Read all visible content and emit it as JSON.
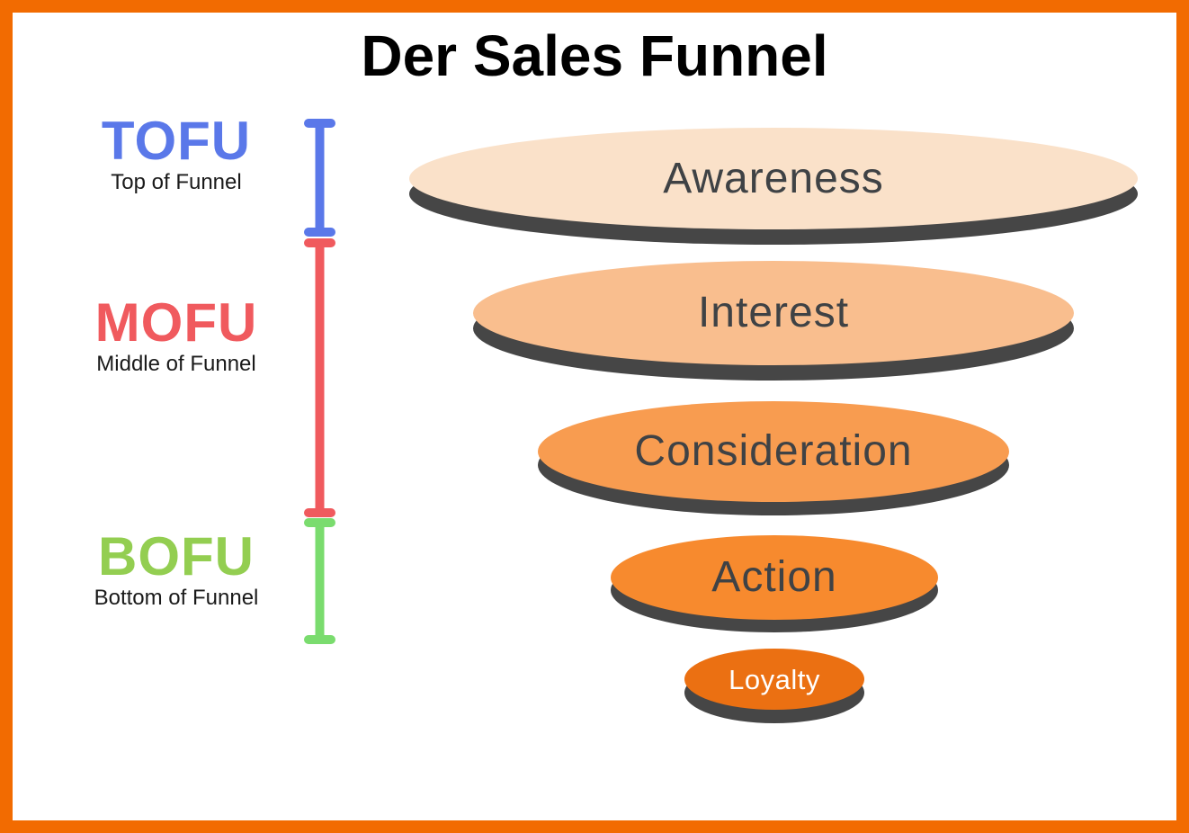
{
  "title": "Der Sales Funnel",
  "frame": {
    "border_color": "#F26B01"
  },
  "legend": [
    {
      "abbr": "TOFU",
      "label": "Top of Funnel",
      "color": "#5A78E9",
      "bracket_color": "#5A78E9"
    },
    {
      "abbr": "MOFU",
      "label": "Middle of Funnel",
      "color": "#F05A5E",
      "bracket_color": "#F05A5E"
    },
    {
      "abbr": "BOFU",
      "label": "Bottom of Funnel",
      "color": "#93CE51",
      "bracket_color": "#7ADC6E"
    }
  ],
  "funnel": {
    "shadow_color": "#464646",
    "stages": [
      {
        "label": "Awareness",
        "fill": "#FAE1C9",
        "text_color": "#3F4245"
      },
      {
        "label": "Interest",
        "fill": "#F9BE8E",
        "text_color": "#3F4245"
      },
      {
        "label": "Consideration",
        "fill": "#F89C50",
        "text_color": "#3F4245"
      },
      {
        "label": "Action",
        "fill": "#F78A2E",
        "text_color": "#3F4245"
      },
      {
        "label": "Loyalty",
        "fill": "#EB7012",
        "text_color": "#FFFFFF"
      }
    ]
  }
}
